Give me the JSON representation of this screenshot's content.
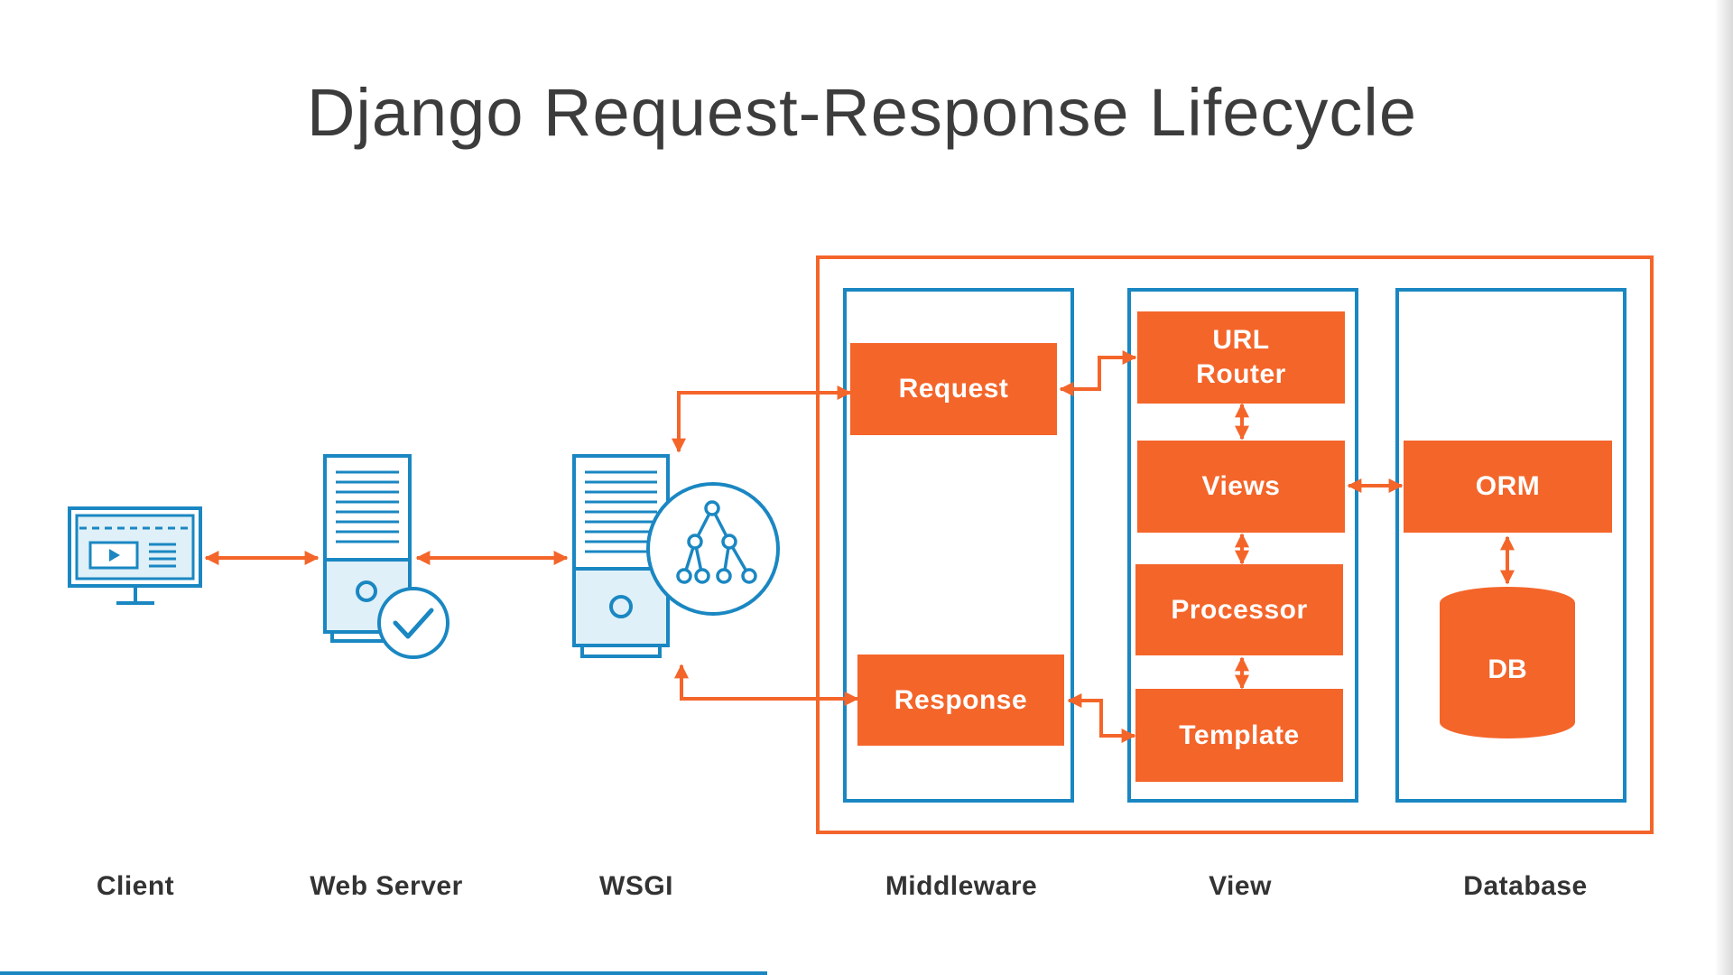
{
  "title": "Django Request-Response Lifecycle",
  "labels": {
    "client": "Client",
    "web_server": "Web Server",
    "wsgi": "WSGI",
    "middleware": "Middleware",
    "view": "View",
    "database": "Database"
  },
  "boxes": {
    "request": "Request",
    "response": "Response",
    "url_router_line1": "URL",
    "url_router_line2": "Router",
    "views": "Views",
    "processor": "Processor",
    "template": "Template",
    "orm": "ORM",
    "db": "DB"
  },
  "icons": [
    "client-monitor-icon",
    "web-server-icon",
    "wsgi-server-icon",
    "db-cylinder"
  ],
  "colors": {
    "accent_orange": "#f4652a",
    "panel_blue": "#1a87c2",
    "title_text": "#3c3c3c",
    "label_text": "#333333"
  }
}
